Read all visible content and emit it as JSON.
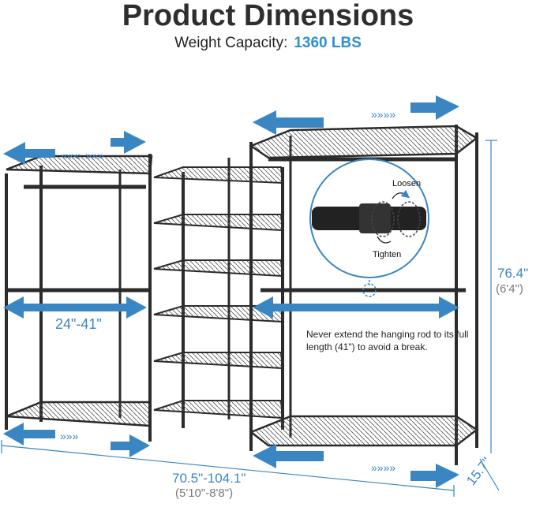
{
  "header": {
    "title": "Product Dimensions",
    "capacity_label": "Weight Capacity:",
    "capacity_value": "1360 LBS"
  },
  "dimensions": {
    "rod_width": "24\"-41\"",
    "total_width": "70.5\"-104.1\"",
    "total_width_imperial": "(5'10\"-8'8\")",
    "height": "76.4\"",
    "height_imperial": "(6'4\")",
    "depth": "15.7\""
  },
  "callout": {
    "loosen": "Loosen",
    "tighten": "Tighten"
  },
  "note": "Never extend the hanging rod to its full length (41\") to avoid a break.",
  "colors": {
    "accent": "#3a86c3",
    "frame": "#2b2b2b",
    "title": "#2e2e2e"
  }
}
